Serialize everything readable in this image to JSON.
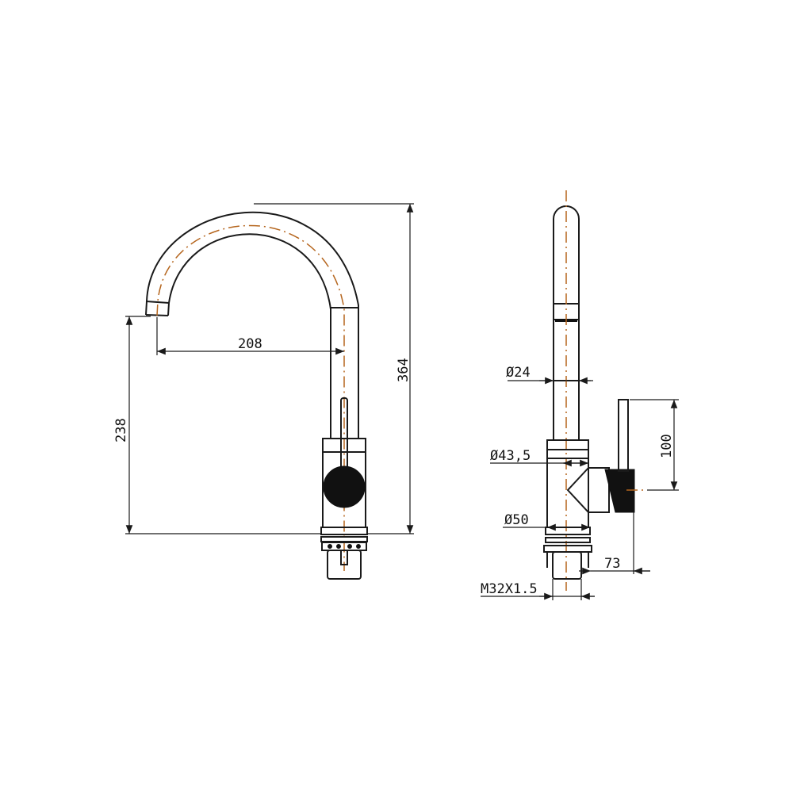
{
  "front_view": {
    "spout_reach": "208",
    "outlet_height": "238",
    "total_height": "364"
  },
  "side_view": {
    "spout_diameter": "Ø24",
    "body_diameter": "Ø43,5",
    "base_diameter": "Ø50",
    "lever_height": "100",
    "lever_reach": "73",
    "thread_spec": "M32X1.5"
  },
  "colors": {
    "line": "#1a1a1a",
    "centerline": "#b5651d",
    "handle_fill": "#111111"
  }
}
